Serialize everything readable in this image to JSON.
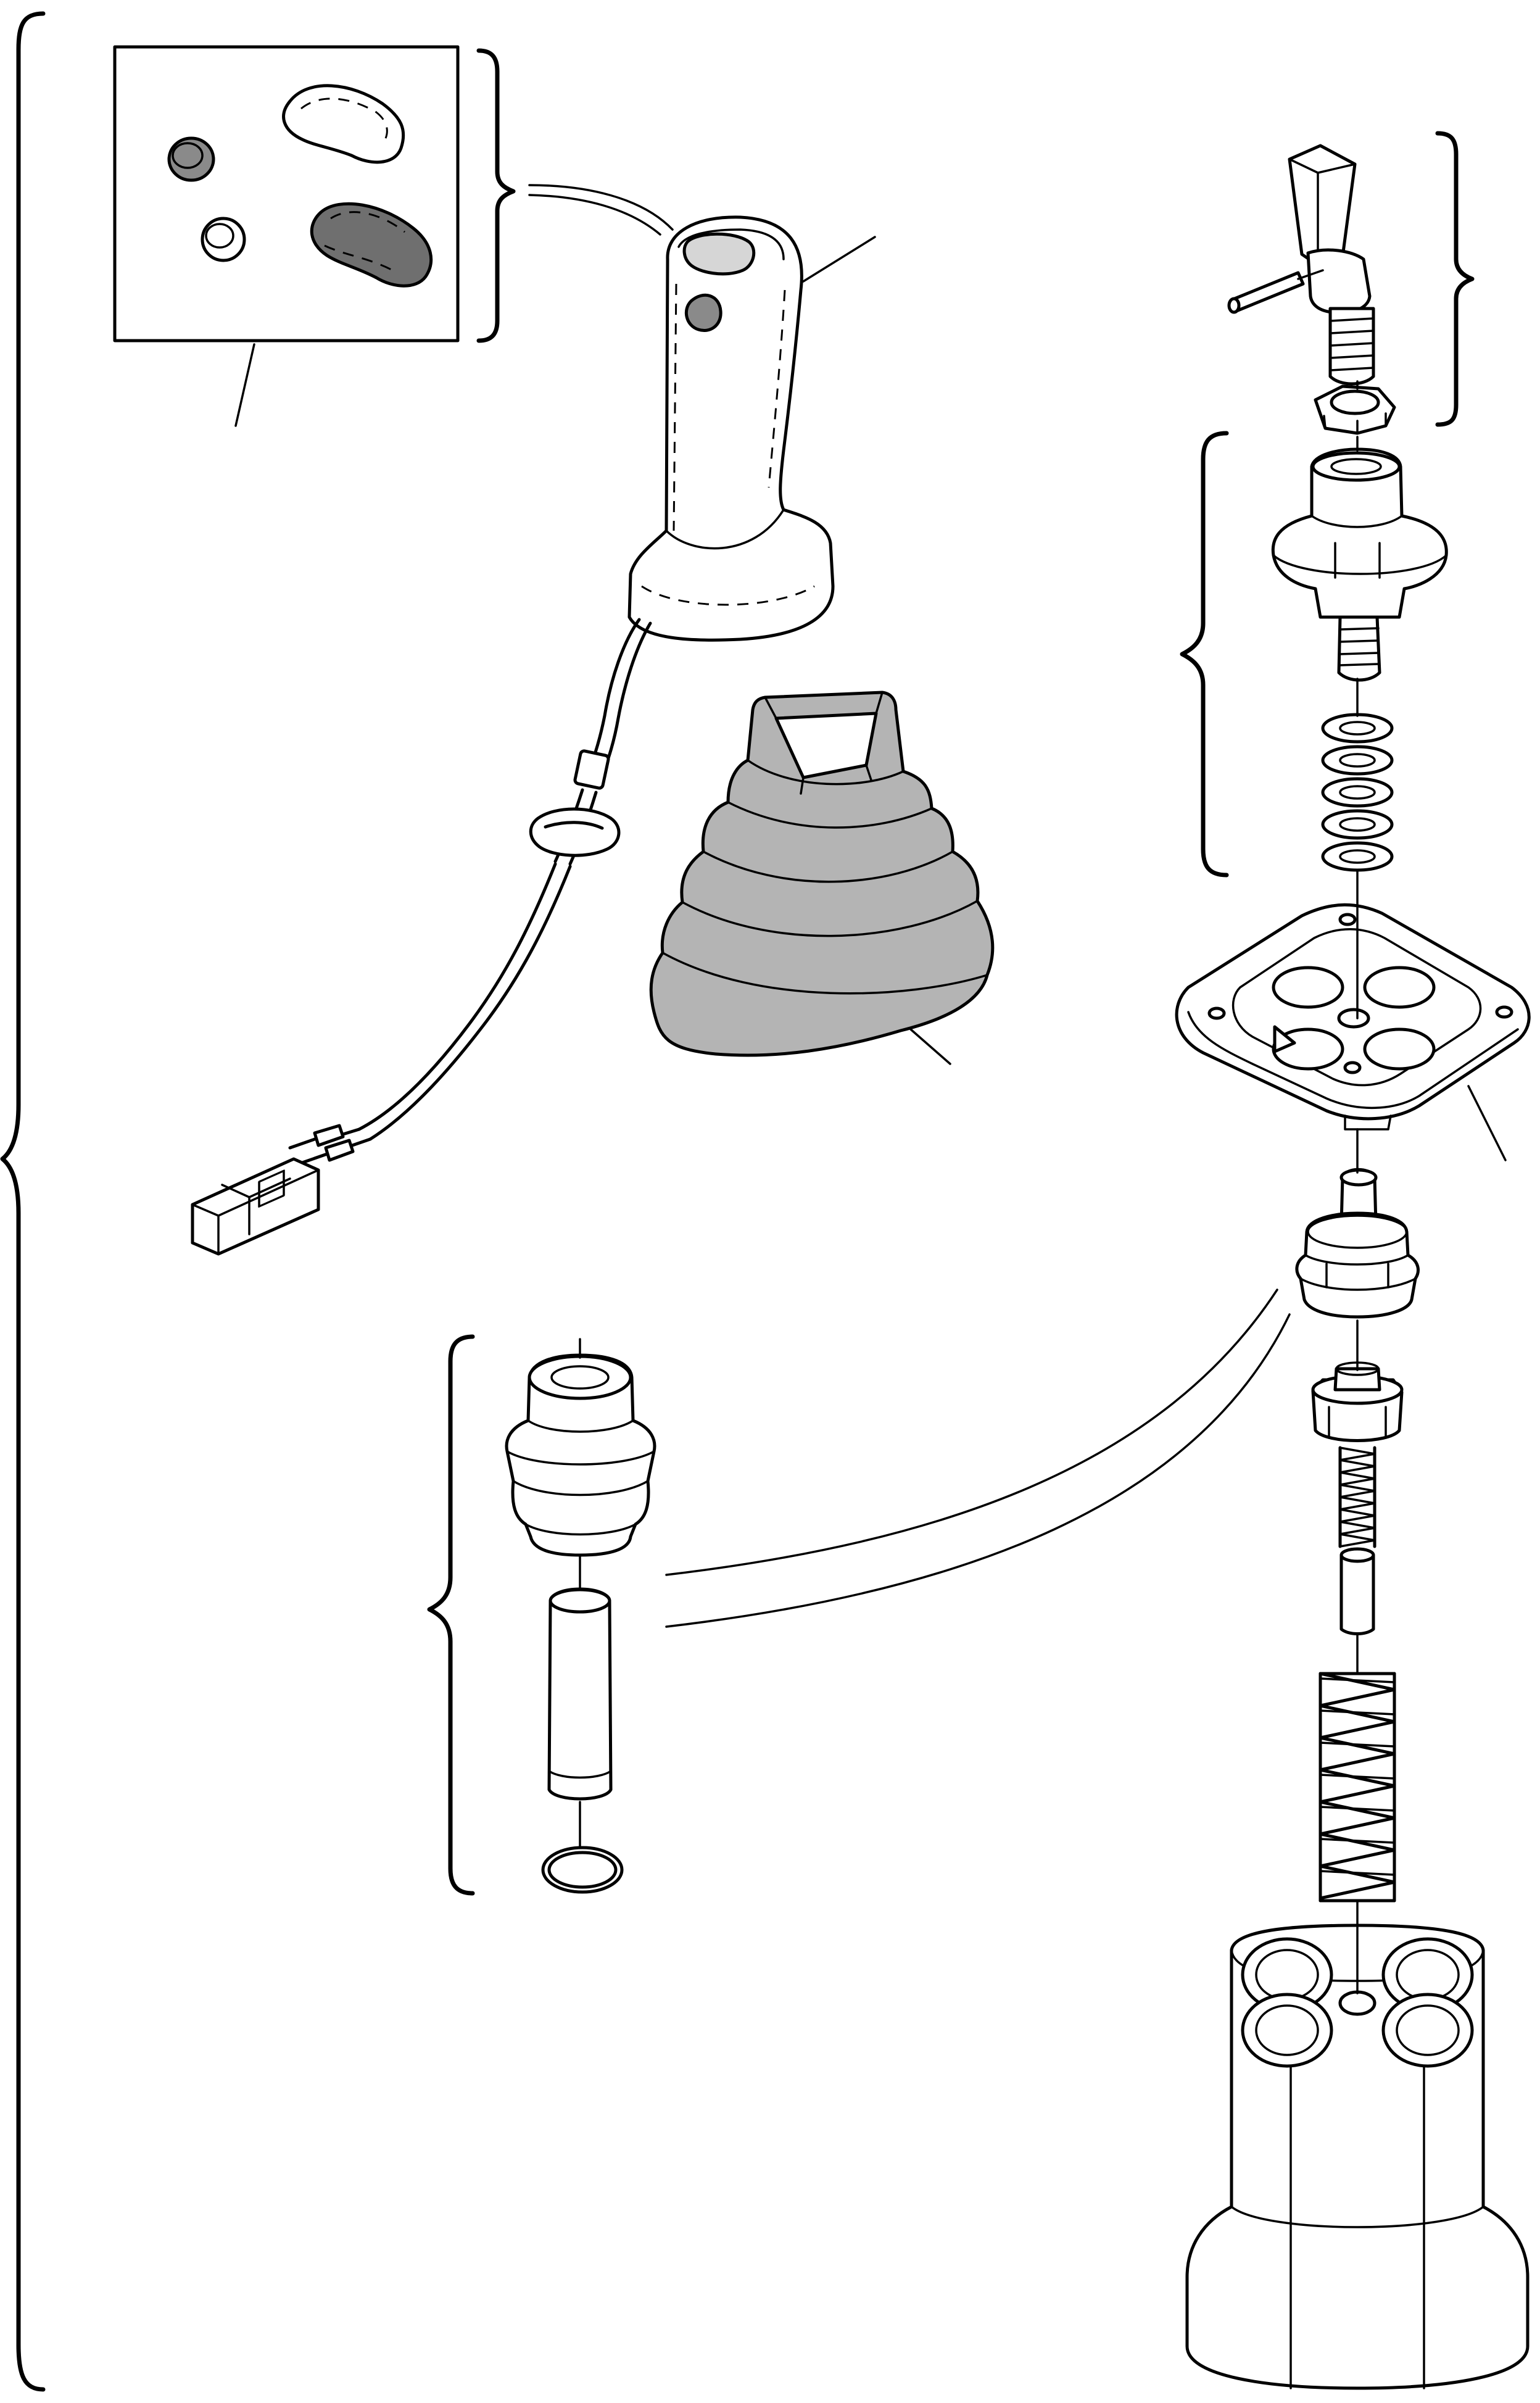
{
  "colors": {
    "line": "#000000",
    "background": "#ffffff",
    "rubber_shade": "#b4b4b4",
    "light_shade": "#d6d6d6"
  },
  "parts": [
    {
      "name": "push-button-kit"
    },
    {
      "name": "joystick-handle"
    },
    {
      "name": "cable-harness"
    },
    {
      "name": "rubber-boot"
    },
    {
      "name": "lever-stem-kit"
    },
    {
      "name": "adjustment-nut"
    },
    {
      "name": "pivot-assembly-kit"
    },
    {
      "name": "cam-plate"
    },
    {
      "name": "plunger-assembly"
    },
    {
      "name": "spring-seat-stem"
    },
    {
      "name": "return-spring"
    },
    {
      "name": "valve-body"
    },
    {
      "name": "plunger-guide-kit"
    }
  ]
}
